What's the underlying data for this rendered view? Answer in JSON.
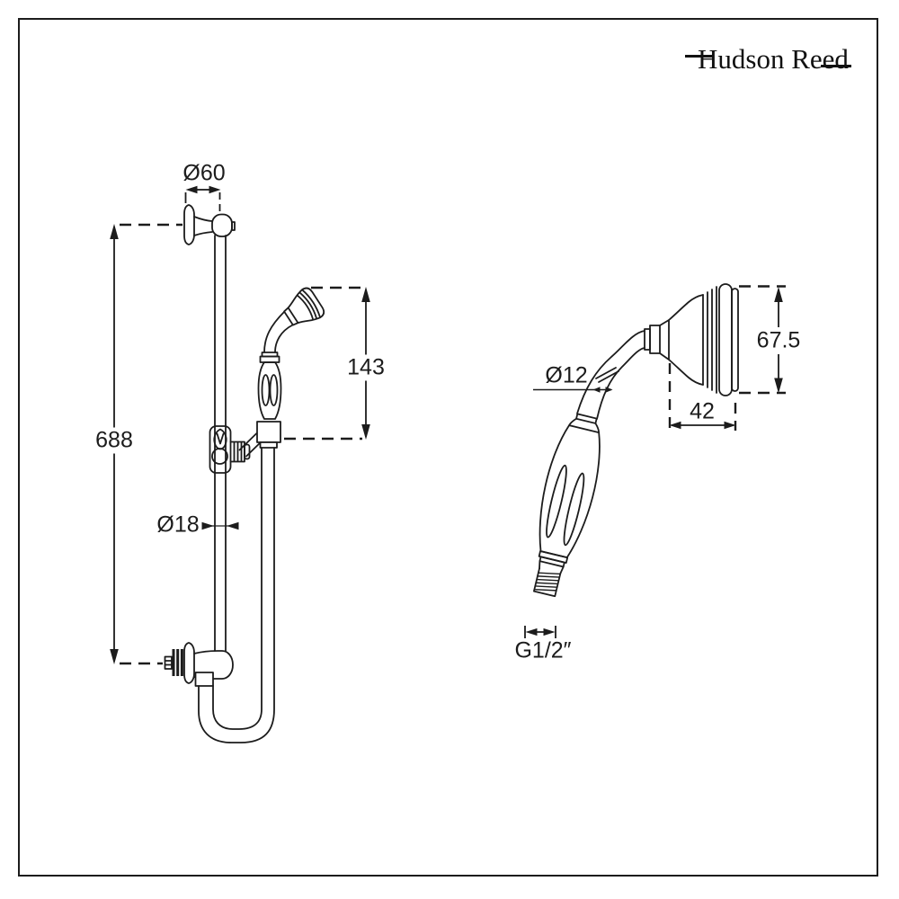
{
  "brand": {
    "logo": "Hudson Reed"
  },
  "colors": {
    "line": "#1c1c1c",
    "background": "#ffffff"
  },
  "slide_rail_view": {
    "dims": {
      "bracket_diameter": "Ø60",
      "rail_length": "688",
      "handset_length": "143",
      "rail_diameter": "Ø18"
    }
  },
  "handset_view": {
    "dims": {
      "neck_diameter": "Ø12",
      "head_height": "67.5",
      "head_depth": "42",
      "thread": "G1/2″"
    }
  }
}
